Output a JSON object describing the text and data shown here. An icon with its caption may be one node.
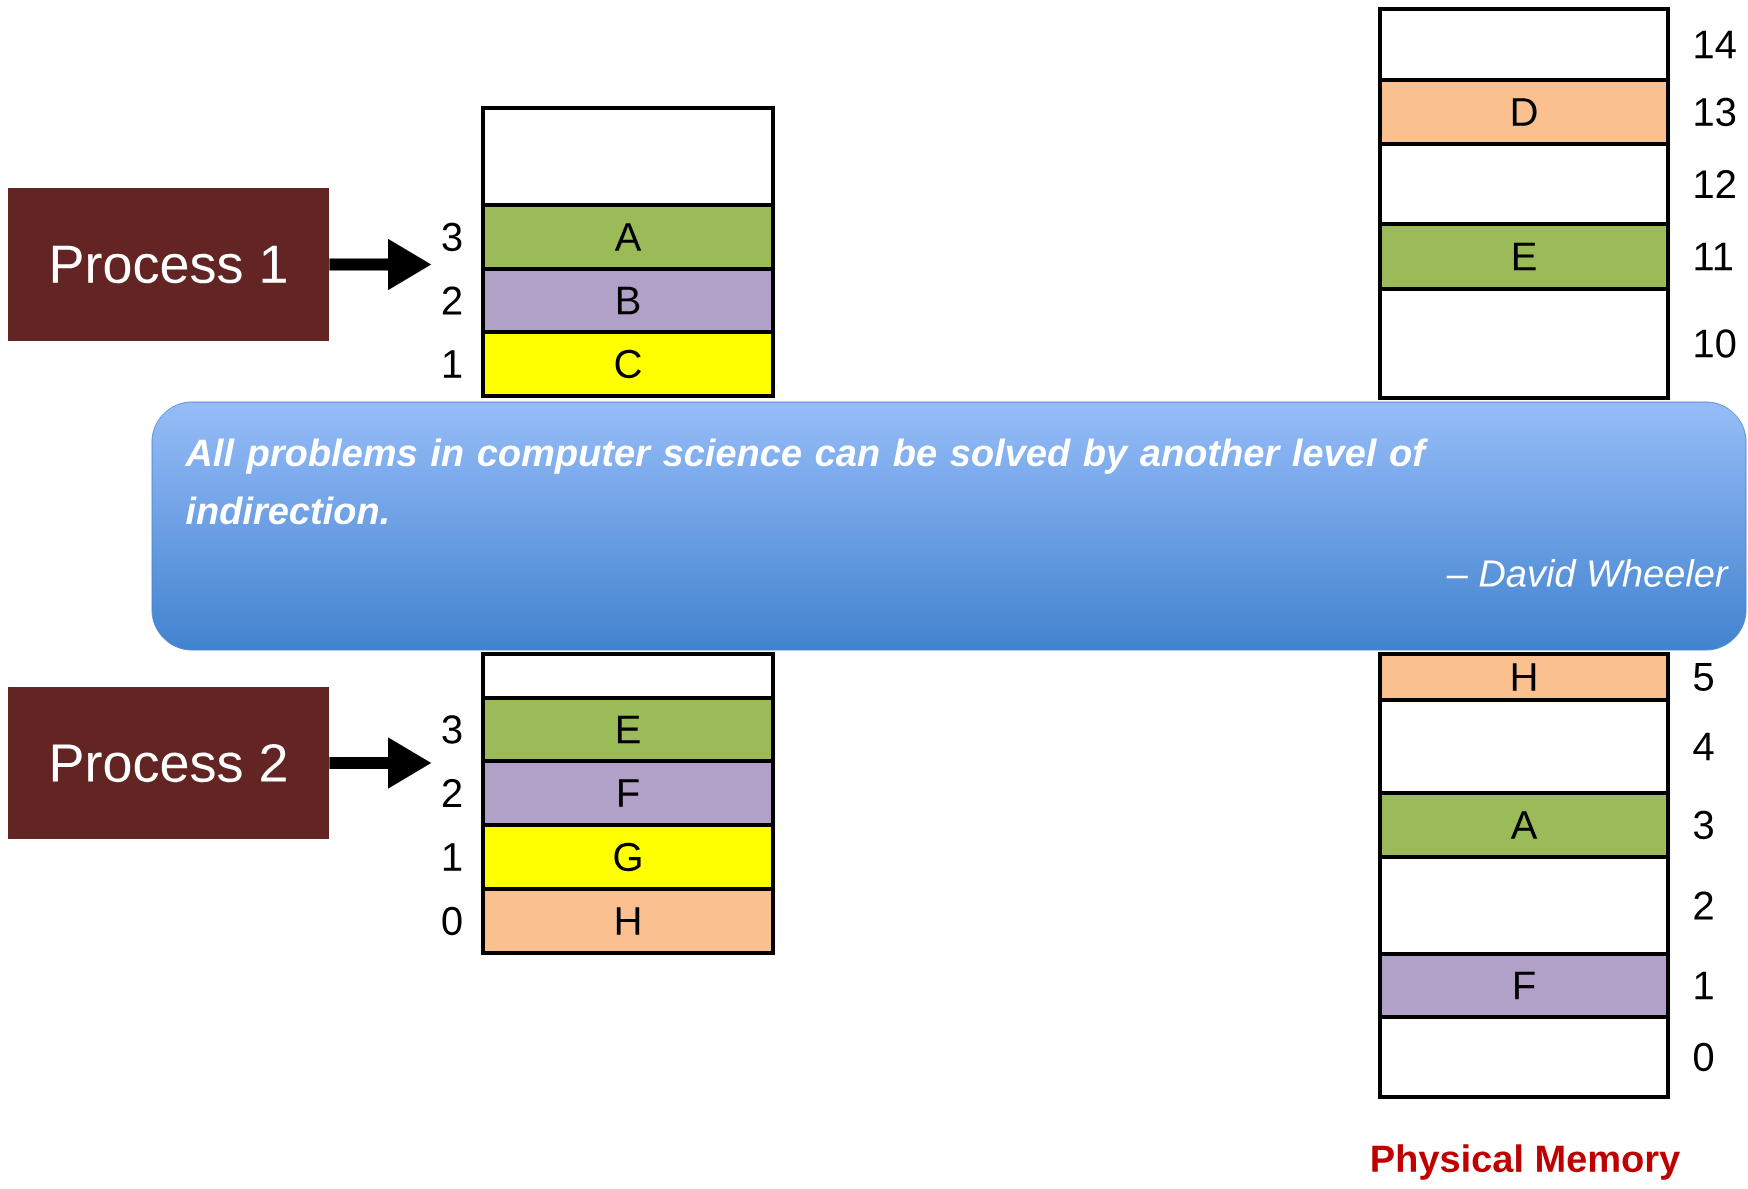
{
  "diagram": {
    "nodes": [
      {
        "text": [
          "Process 1"
        ]
      },
      {
        "text": [],
        "shape": "box"
      },
      {
        "text": [
          "A"
        ],
        "beside": [
          "3"
        ]
      },
      {
        "text": [
          "B"
        ],
        "beside": [
          "2"
        ]
      },
      {
        "text": [
          "C"
        ],
        "beside": [
          "1"
        ]
      },
      {
        "text": [
          "All problems in computer science can be solved by another level of indirection.",
          "– David Wheeler"
        ]
      },
      {
        "text": [
          "Process 2"
        ]
      },
      {
        "text": [],
        "shape": "box"
      },
      {
        "text": [
          "E"
        ],
        "beside": [
          "3"
        ]
      },
      {
        "text": [
          "F"
        ],
        "beside": [
          "2"
        ]
      },
      {
        "text": [
          "G"
        ],
        "beside": [
          "1"
        ]
      },
      {
        "text": [
          "H"
        ],
        "beside": [
          "0"
        ]
      },
      {
        "text": [],
        "shape": "box",
        "beside": [
          "14"
        ]
      },
      {
        "text": [
          "D"
        ],
        "beside": [
          "13"
        ]
      },
      {
        "text": [],
        "shape": "box",
        "beside": [
          "12"
        ]
      },
      {
        "text": [
          "E"
        ],
        "beside": [
          "11"
        ]
      },
      {
        "text": [],
        "shape": "box",
        "beside": [
          "10"
        ]
      },
      {
        "text": [
          "H"
        ],
        "beside": [
          "5"
        ]
      },
      {
        "text": [],
        "shape": "box",
        "beside": [
          "4"
        ]
      },
      {
        "text": [
          "A"
        ],
        "beside": [
          "3"
        ]
      },
      {
        "text": [],
        "shape": "box",
        "beside": [
          "2"
        ]
      },
      {
        "text": [
          "F"
        ],
        "beside": [
          "1"
        ]
      },
      {
        "text": [],
        "shape": "box",
        "beside": [
          "0"
        ]
      }
    ],
    "edges": [
      {
        "from": 0,
        "to": 2,
        "arrow": "to"
      },
      {
        "from": 6,
        "to": 8,
        "arrow": "to"
      }
    ],
    "labels": [
      "Physical Memory"
    ]
  }
}
